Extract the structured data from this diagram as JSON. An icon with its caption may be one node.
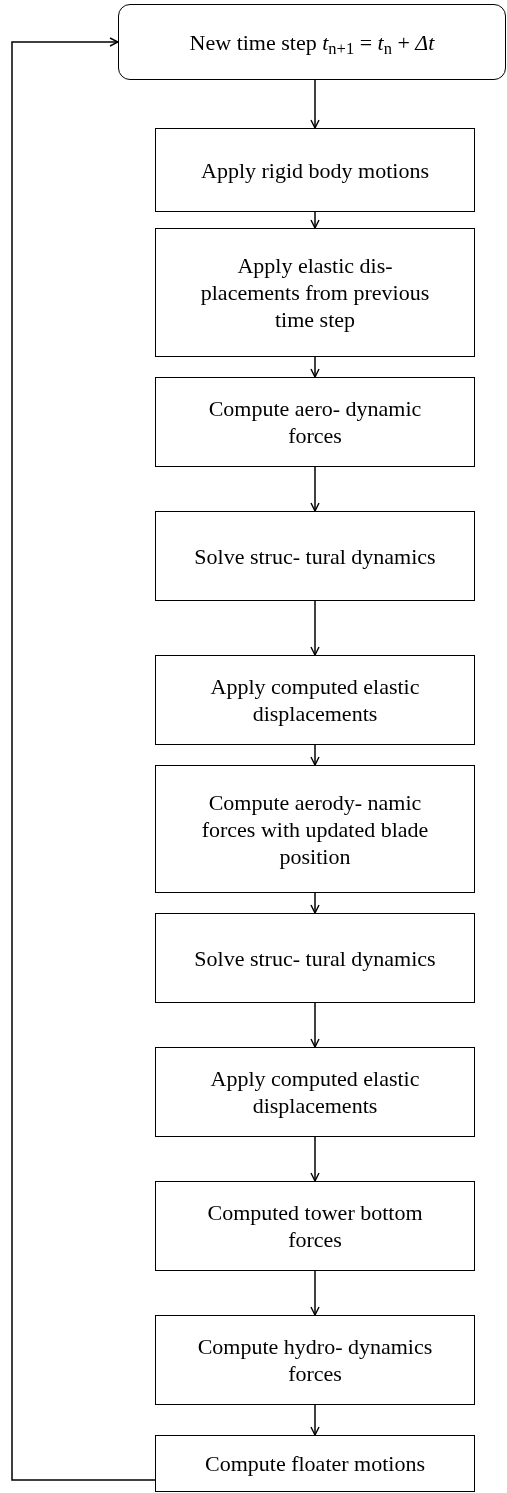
{
  "diagram": {
    "nodes": [
      {
        "text": [
          "New time step *t*$_{n+1}$ = *t*$_{n}$ + *Δt*"
        ]
      },
      {
        "text": [
          "Apply rigid body motions"
        ]
      },
      {
        "text": [
          "Apply elastic dis- placements from previous time step"
        ]
      },
      {
        "text": [
          "Compute aero- dynamic forces"
        ]
      },
      {
        "text": [
          "Solve struc- tural dynamics"
        ]
      },
      {
        "text": [
          "Apply computed elastic displacements"
        ]
      },
      {
        "text": [
          "Compute aerody- namic forces with updated blade position"
        ]
      },
      {
        "text": [
          "Solve struc- tural dynamics"
        ]
      },
      {
        "text": [
          "Apply computed elastic displacements"
        ]
      },
      {
        "text": [
          "Computed tower bottom forces"
        ]
      },
      {
        "text": [
          "Compute hydro- dynamics forces"
        ]
      },
      {
        "text": [
          "Compute floater motions"
        ]
      }
    ],
    "edges": [
      {
        "from": 0,
        "to": 1,
        "arrow": "to"
      },
      {
        "from": 1,
        "to": 2,
        "arrow": "to"
      },
      {
        "from": 2,
        "to": 3,
        "arrow": "to"
      },
      {
        "from": 3,
        "to": 4,
        "arrow": "to"
      },
      {
        "from": 4,
        "to": 5,
        "arrow": "to"
      },
      {
        "from": 5,
        "to": 6,
        "arrow": "to"
      },
      {
        "from": 6,
        "to": 7,
        "arrow": "to"
      },
      {
        "from": 7,
        "to": 8,
        "arrow": "to"
      },
      {
        "from": 8,
        "to": 9,
        "arrow": "to"
      },
      {
        "from": 9,
        "to": 10,
        "arrow": "to"
      },
      {
        "from": 10,
        "to": 11,
        "arrow": "to"
      },
      {
        "from": 11,
        "to": 0,
        "arrow": "to"
      }
    ]
  }
}
